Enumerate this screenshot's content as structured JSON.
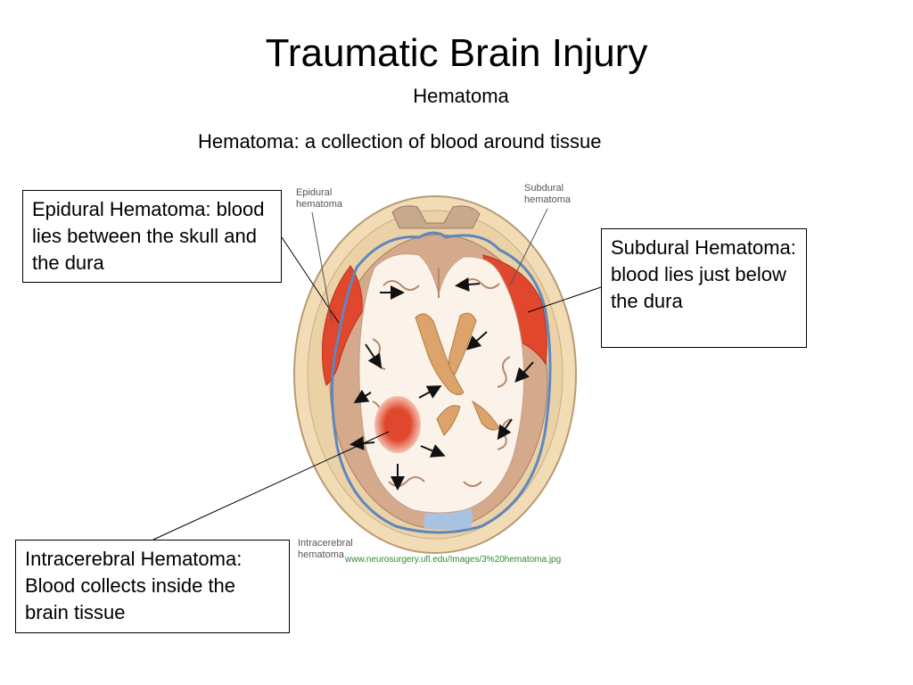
{
  "title": "Traumatic Brain Injury",
  "subtitle": "Hematoma",
  "definition": "Hematoma: a collection of blood around tissue",
  "callouts": {
    "epidural": "Epidural Hematoma: blood lies between the skull and the dura",
    "subdural": "Subdural Hematoma: blood lies just below the dura",
    "intracerebral": "Intracerebral Hematoma: Blood collects inside the brain tissue"
  },
  "figure_labels": {
    "epidural": "Epidural\nhematoma",
    "subdural": "Subdural\nhematoma",
    "intracerebral": "Intracerebral\nhematoma"
  },
  "source": "www.neurosurgery.ufl.edu/Images/3%20hematoma.jpg",
  "colors": {
    "skull": "#f1dcb6",
    "brain_tissue": "#d4a98c",
    "white_matter": "#fbf3ea",
    "dura": "#5f86bf",
    "blood": "#e0472c",
    "ventricle": "#dca46a"
  }
}
